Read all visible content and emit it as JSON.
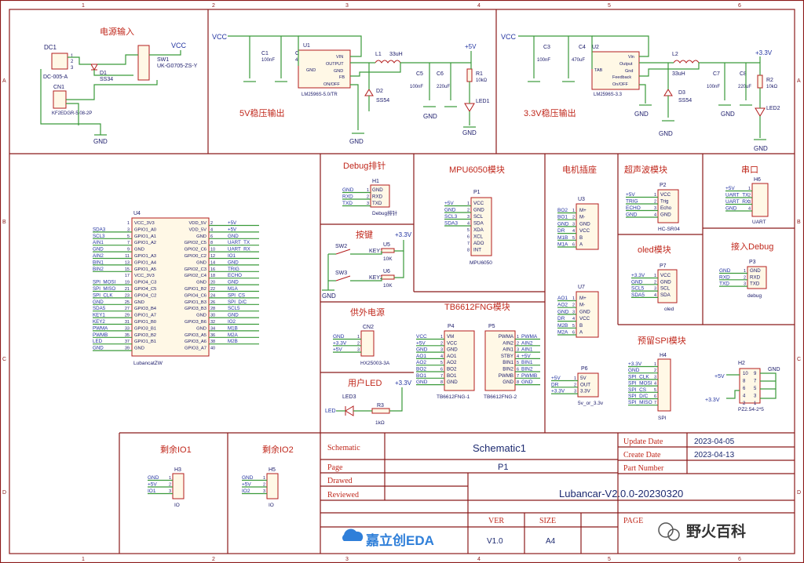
{
  "grid": {
    "cols": [
      "1",
      "2",
      "3",
      "4",
      "5",
      "6"
    ],
    "rows": [
      "A",
      "B",
      "C",
      "D"
    ]
  },
  "blocks": {
    "power_in": "电源输入",
    "reg5": "5V稳压输出",
    "reg33": "3.3V稳压输出",
    "debug_hdr": "Debug排针",
    "mpu": "MPU6050模块",
    "motor": "电机插座",
    "ultra": "超声波模块",
    "uart": "串口",
    "keys": "按键",
    "oled": "oled模块",
    "jdebug": "接入Debug",
    "ext_power": "供外电源",
    "tb6612": "TB6612FNG模块",
    "spi_res": "预留SPI模块",
    "user_led": "用户LED",
    "io1": "剩余IO1",
    "io2": "剩余IO2"
  },
  "power": {
    "dc1": "DC1",
    "dc1_part": "DC-005-A",
    "d1": "D1",
    "d1_part": "SS34",
    "sw1": "SW1",
    "sw1_part": "UK-G0705-ZS-Y",
    "vcc": "VCC",
    "cn1": "CN1",
    "cn1_part": "KF2EDGR-5.08-2P",
    "gnd": "GND",
    "pins": [
      "1",
      "2",
      "3"
    ]
  },
  "reg5": {
    "vcc": "VCC",
    "c1": "C1",
    "c1v": "100nF",
    "c2": "C2",
    "c2v": "470uF",
    "u1": "U1",
    "u1_part": "LM2596S-5.0/TR",
    "u1_pins": [
      "VIN",
      "OUTPUT",
      "GND",
      "FB",
      "ON/OFF"
    ],
    "u1_gnd": "GND",
    "l1": "L1",
    "l1v": "33uH",
    "d2": "D2",
    "d2v": "SS54",
    "c5": "C5",
    "c5v": "100nF",
    "c6": "C6",
    "c6v": "220uF",
    "r1": "R1",
    "r1v": "10kΩ",
    "led1": "LED1",
    "plus5": "+5V",
    "gnd": "GND"
  },
  "reg33": {
    "vcc": "VCC",
    "c3": "C3",
    "c3v": "100nF",
    "c4": "C4",
    "c4v": "470uF",
    "u2": "U2",
    "u2_part": "LM2596S-3.3",
    "u2_pins": [
      "Vin",
      "Output",
      "Gnd",
      "Feedback",
      "On/OFF"
    ],
    "u2_tab": "TAB",
    "l2": "L2",
    "l2v": "33uH",
    "d3": "D3",
    "d3v": "SS54",
    "c7": "C7",
    "c7v": "100nF",
    "c8": "C8",
    "c8v": "220uF",
    "r2": "R2",
    "r2v": "10kΩ",
    "led2": "LED2",
    "plus33": "+3.3V",
    "gnd": "GND"
  },
  "u4": {
    "ref": "U4",
    "part": "LubancatZW",
    "left_nets": [
      "SDA3",
      "SCL3",
      "AIN1",
      "GND",
      "AIN2",
      "BIN1",
      "BIN2",
      "",
      "SPI_MOSI",
      "SPI_MISO",
      "SPI_CLK",
      "GND",
      "SDA5",
      "KEY1",
      "KEY2",
      "PWMA",
      "PWMB",
      "LED",
      "GND"
    ],
    "left_nums": [
      "1",
      "3",
      "5",
      "7",
      "9",
      "11",
      "13",
      "15",
      "17",
      "19",
      "21",
      "23",
      "25",
      "27",
      "29",
      "31",
      "33",
      "35",
      "37",
      "39"
    ],
    "left_pins": [
      "VCC_3V3",
      "GPIO1_A0",
      "GPIO1_A1",
      "GPIO1_A2",
      "GND",
      "GPIO1_A3",
      "GPIO1_A4",
      "GPIO1_A5",
      "VCC_3V3",
      "GPIO4_C3",
      "GPIO4_C5",
      "GPIO4_C2",
      "GND",
      "GPIO3_B4",
      "GPIO1_A7",
      "GPIO1_B0",
      "GPIO3_B1",
      "GPIO3_B2",
      "GPIO1_B1",
      "GND"
    ],
    "right_pins": [
      "VDD_5V",
      "VDD_5V",
      "GND",
      "GPIO2_C5",
      "GPIO2_C6",
      "GPIO0_C2",
      "GND",
      "GPIO2_C3",
      "GPIO2_C4",
      "GND",
      "GPIO1_B2",
      "GPIO4_C6",
      "GPIO1_B3",
      "GPIO3_B3",
      "GND",
      "GPIO3_B6",
      "GND",
      "GPIO3_A5",
      "GPIO3_A6",
      "GPIO3_A7"
    ],
    "right_nums": [
      "2",
      "4",
      "6",
      "8",
      "10",
      "12",
      "14",
      "16",
      "18",
      "20",
      "22",
      "24",
      "26",
      "28",
      "30",
      "32",
      "34",
      "36",
      "38",
      "40"
    ],
    "right_nets": [
      "+5V",
      "+5V",
      "GND",
      "UART_TX",
      "UART_RX",
      "IO1",
      "GND",
      "TRIG",
      "ECHO",
      "GND",
      "M1A",
      "SPI_CS",
      "SPI_D/C",
      "SCL5",
      "GND",
      "IO2",
      "M1B",
      "M2A",
      "M2B"
    ]
  },
  "h1": {
    "ref": "H1",
    "part": "Debug排针",
    "nets": [
      "GND",
      "RXD",
      "TXD"
    ],
    "pins": [
      "GND",
      "RXD",
      "TXD"
    ],
    "nums": [
      "1",
      "2",
      "3"
    ]
  },
  "p1": {
    "ref": "P1",
    "part": "MPU6050",
    "nets": [
      "+5V",
      "GND",
      "SCL3",
      "SDA3"
    ],
    "pins": [
      "VCC",
      "GND",
      "SCL",
      "SDA",
      "XDA",
      "XCL",
      "ADO",
      "INT"
    ],
    "nums": [
      "1",
      "2",
      "3",
      "4",
      "5",
      "6",
      "7",
      "8"
    ]
  },
  "u3": {
    "ref": "U3",
    "nets": [
      "BO2",
      "BO1",
      "GND",
      "DR",
      "M1B",
      "M1A"
    ],
    "pins": [
      "M+",
      "M-",
      "GND",
      "VCC",
      "B",
      "A"
    ],
    "nums": [
      "1",
      "2",
      "3",
      "4",
      "5",
      "6"
    ]
  },
  "u7": {
    "ref": "U7",
    "nets": [
      "AO1",
      "AO2",
      "GND",
      "DR",
      "M2B",
      "M2A"
    ],
    "pins": [
      "M+",
      "M-",
      "GND",
      "VCC",
      "B",
      "A"
    ],
    "nums": [
      "1",
      "2",
      "3",
      "4",
      "5",
      "6"
    ]
  },
  "p2": {
    "ref": "P2",
    "part": "HC-SR04",
    "nets": [
      "+5V",
      "TRIG",
      "ECHO",
      "GND"
    ],
    "pins": [
      "VCC",
      "Trig",
      "Echo",
      "GND"
    ],
    "nums": [
      "1",
      "2",
      "3",
      "4"
    ]
  },
  "h6": {
    "ref": "H6",
    "part": "UART",
    "nets": [
      "+5V",
      "UART_TX",
      "UART_RX",
      "GND"
    ],
    "nums": [
      "1",
      "2",
      "3",
      "4"
    ]
  },
  "keys": {
    "sw2": "SW2",
    "sw3": "SW3",
    "key1": "KEY1",
    "key2": "KEY2",
    "u5": "U5",
    "u6": "U6",
    "r": "10K",
    "plus33": "+3.3V",
    "gnd": "GND"
  },
  "p7": {
    "ref": "P7",
    "part": "oled",
    "nets": [
      "+3.3V",
      "GND",
      "SCL5",
      "SDA5"
    ],
    "pins": [
      "VCC",
      "GND",
      "SCL",
      "SDA"
    ],
    "nums": [
      "1",
      "2",
      "3",
      "4"
    ]
  },
  "p3": {
    "ref": "P3",
    "part": "debug",
    "nets": [
      "GND",
      "RXD",
      "TXD"
    ],
    "pins": [
      "GND",
      "RXD",
      "TXD"
    ],
    "nums": [
      "1",
      "2",
      "3"
    ]
  },
  "cn2": {
    "ref": "CN2",
    "part": "HX25003-3A",
    "nets": [
      "GND",
      "+3.3V",
      "+5V"
    ],
    "nums": [
      "1",
      "2",
      "3"
    ]
  },
  "p4": {
    "ref": "P4",
    "part": "TB6612FNG-1",
    "nets": [
      "VCC",
      "+5V",
      "GND",
      "AO1",
      "AO2",
      "BO2",
      "BO1",
      "GND"
    ],
    "pins": [
      "VM",
      "VCC",
      "GND",
      "AO1",
      "AO2",
      "BO2",
      "BO1",
      "GND"
    ],
    "nums": [
      "1",
      "2",
      "3",
      "4",
      "5",
      "6",
      "7",
      "8"
    ]
  },
  "p5": {
    "ref": "P5",
    "part": "TB6612FNG-2",
    "nets": [
      "PWMA",
      "AIN2",
      "AIN1",
      "+5V",
      "BIN1",
      "BIN2",
      "PWMB",
      "GND"
    ],
    "pins": [
      "PWMA",
      "AIN2",
      "AIN1",
      "STBY",
      "BIN1",
      "BIN2",
      "PWMB",
      "GND"
    ],
    "nums": [
      "1",
      "2",
      "3",
      "4",
      "5",
      "6",
      "7",
      "8"
    ]
  },
  "p6": {
    "ref": "P6",
    "part": "5v_or_3.3v",
    "nets": [
      "+5V",
      "DR",
      "+3.3V"
    ],
    "pins": [
      "5V",
      "OUT",
      "3.3V"
    ],
    "nums": [
      "1",
      "2",
      "3"
    ]
  },
  "h4": {
    "ref": "H4",
    "part": "SPI",
    "nets": [
      "+3.3V",
      "GND",
      "SPI_CLK",
      "SPI_MOSI",
      "SPI_CS",
      "SPI_D/C",
      "SPI_MISO"
    ],
    "nums": [
      "1",
      "2",
      "3",
      "4",
      "5",
      "6",
      "7"
    ]
  },
  "h2": {
    "ref": "H2",
    "part": "PZ2.54-2*5",
    "gnd": "GND",
    "p5v": "+5V",
    "p33": "+3.3V",
    "lnums": [
      "10",
      "8",
      "6",
      "4",
      "2"
    ],
    "rnums": [
      "9",
      "7",
      "5",
      "3",
      "1"
    ]
  },
  "led": {
    "led3": "LED3",
    "r3": "R3",
    "r3v": "1kΩ",
    "net": "LED",
    "plus33": "+3.3V"
  },
  "h3": {
    "ref": "H3",
    "part": "IO",
    "nets": [
      "GND",
      "+5V",
      "IO1"
    ],
    "nums": [
      "1",
      "2",
      "3"
    ]
  },
  "h5": {
    "ref": "H5",
    "part": "IO",
    "nets": [
      "GND",
      "+5V",
      "IO2"
    ],
    "nums": [
      "1",
      "2",
      "3"
    ]
  },
  "title_block": {
    "schematic_label": "Schematic",
    "schematic_name": "Schematic1",
    "update_label": "Update Date",
    "update_value": "2023-04-05",
    "create_label": "Create Date",
    "create_value": "2023-04-13",
    "page_label": "Page",
    "page_value": "P1",
    "part_label": "Part Number",
    "drawed_label": "Drawed",
    "reviewed_label": "Reviewed",
    "project": "Lubancar-V2.0.0-20230320",
    "ver_label": "VER",
    "ver_value": "V1.0",
    "size_label": "SIZE",
    "size_value": "A4",
    "page2_label": "PAGE",
    "brand": "嘉立创EDA",
    "watermark": "野火百科"
  },
  "colors": {
    "frame": "#8b1a1a",
    "wire": "#3a9a3a",
    "component": "#b31c1c",
    "net_label": "#2233a0"
  }
}
